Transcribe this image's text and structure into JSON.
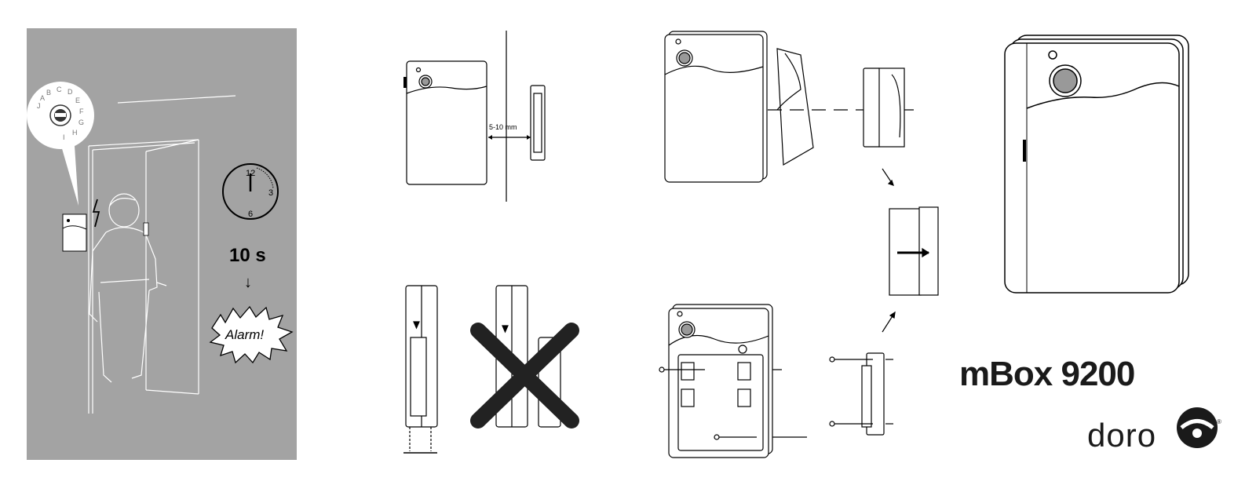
{
  "left_panel": {
    "dial_letters": [
      "A",
      "B",
      "C",
      "D",
      "E",
      "F",
      "G",
      "H",
      "I",
      "J"
    ],
    "clock_numbers": [
      "12",
      "3",
      "6"
    ],
    "delay_text": "10 s",
    "arrow_glyph": "↓",
    "alarm_text": "Alarm!"
  },
  "mount_diagram": {
    "distance_label": "5-10 mm"
  },
  "product": {
    "name": "mBox 9200",
    "brand": "doro",
    "registered": "®"
  },
  "icons": [
    "lightning-icon",
    "clock-icon",
    "alarm-burst-icon",
    "cross-out-icon",
    "screw-icon",
    "arrow-icon",
    "doro-logo-icon"
  ]
}
